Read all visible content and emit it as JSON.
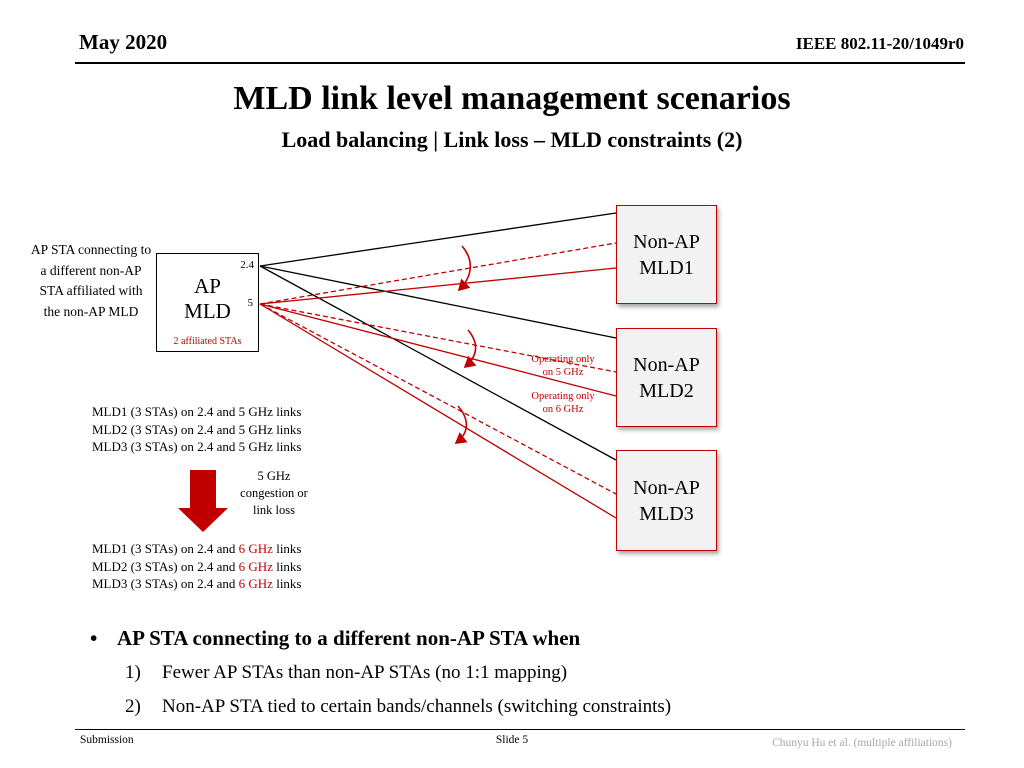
{
  "colors": {
    "accent_red": "#C00000",
    "box_fill": "#F2F2F2",
    "footer_gray": "#A6A6A6"
  },
  "header": {
    "date": "May 2020",
    "doc_id": "IEEE 802.11-20/1049r0"
  },
  "title": "MLD link level management scenarios",
  "subtitle": "Load balancing | Link loss – MLD constraints (2)",
  "diagram": {
    "left_note": "AP STA connecting to a different non-AP STA affiliated with the non-AP MLD",
    "ap_box": {
      "label": "AP\nMLD",
      "band_top": "2.4",
      "band_mid": "5",
      "footnote": "2 affiliated STAs"
    },
    "nodes": [
      {
        "label": "Non-AP\nMLD1"
      },
      {
        "label": "Non-AP\nMLD2"
      },
      {
        "label": "Non-AP\nMLD3"
      }
    ],
    "annotations": [
      "Operating only\non 5 GHz",
      "Operating only\non 6 GHz"
    ],
    "before_list": [
      "MLD1 (3 STAs) on 2.4 and 5 GHz links",
      "MLD2 (3 STAs) on 2.4 and 5 GHz links",
      "MLD3 (3 STAs) on 2.4 and 5 GHz links"
    ],
    "arrow_label": "5 GHz\ncongestion or\nlink loss",
    "after_list": [
      {
        "pre": "MLD1 (3 STAs) on 2.4 and ",
        "hl": "6 GHz",
        "post": " links"
      },
      {
        "pre": "MLD2 (3 STAs) on 2.4 and ",
        "hl": "6 GHz",
        "post": " links"
      },
      {
        "pre": "MLD3 (3 STAs) on 2.4 and ",
        "hl": "6 GHz",
        "post": " links"
      }
    ]
  },
  "bullets": {
    "marker": "•",
    "main": "AP STA connecting to a different non-AP STA when",
    "items": [
      {
        "num": "1)",
        "text": "Fewer AP STAs than non-AP STAs (no 1:1 mapping)"
      },
      {
        "num": "2)",
        "text": "Non-AP STA tied to certain bands/channels (switching constraints)"
      }
    ]
  },
  "footer": {
    "left": "Submission",
    "center": "Slide 5",
    "right": "Chunyu Hu et al. (multiple affiliations)"
  }
}
